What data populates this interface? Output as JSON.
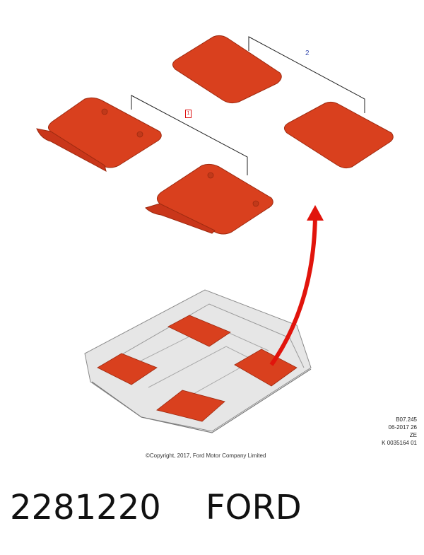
{
  "callouts": {
    "item_1": "1",
    "item_2": "2"
  },
  "reference": {
    "line1": "B07.245",
    "line2": "06-2017 26",
    "line3": "ZE",
    "line4": "K 0035164 01"
  },
  "copyright": "©Copyright, 2017, Ford Motor Company Limited",
  "part": {
    "number": "2281220",
    "brand": "FORD"
  },
  "colors": {
    "mat": "#d9401e",
    "mat_edge": "#9e2a10",
    "arrow": "#e1140c",
    "floor": "#e6e6e6"
  }
}
